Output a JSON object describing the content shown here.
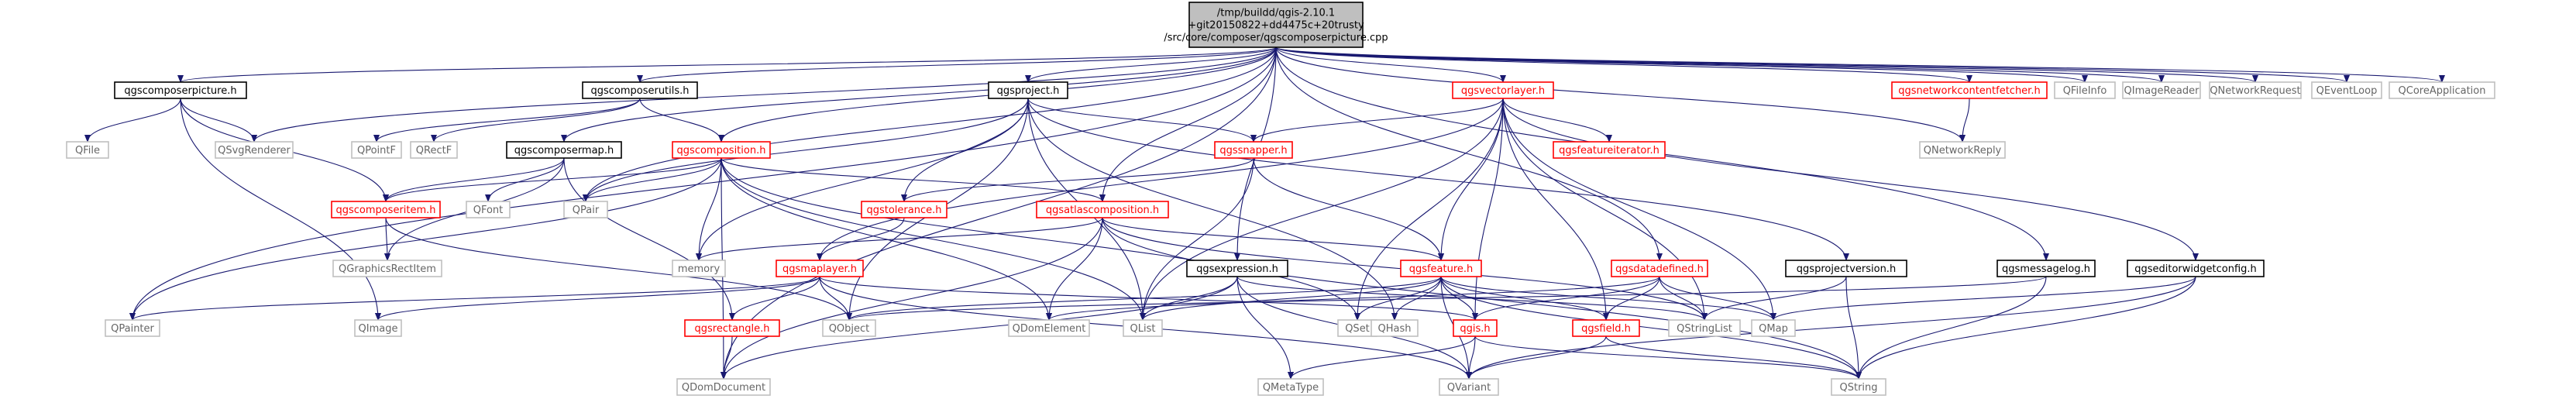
{
  "colors": {
    "root_fill": "#bfbfbf",
    "edge": "#191970",
    "normal_border": "#000000",
    "red_border": "#ff0000",
    "plain_border": "#bfbfbf",
    "normal_text": "#000000",
    "red_text": "#ff0000",
    "plain_text": "#666666"
  },
  "diagram": {
    "nodes": [
      {
        "id": "root",
        "lines": [
          "/tmp/buildd/qgis-2.10.1",
          "+git20150822+dd4475c+20trusty",
          "/src/core/composer/qgscomposerpicture.cpp"
        ],
        "style": "root"
      },
      {
        "id": "qgscomposerpicture",
        "lines": [
          "qgscomposerpicture.h"
        ],
        "style": "normal"
      },
      {
        "id": "qgscomposerutils",
        "lines": [
          "qgscomposerutils.h"
        ],
        "style": "normal"
      },
      {
        "id": "qgsproject",
        "lines": [
          "qgsproject.h"
        ],
        "style": "normal"
      },
      {
        "id": "qgsvectorlayer",
        "lines": [
          "qgsvectorlayer.h"
        ],
        "style": "red"
      },
      {
        "id": "qgsnetworkcontentfetcher",
        "lines": [
          "qgsnetworkcontentfetcher.h"
        ],
        "style": "red"
      },
      {
        "id": "QFileInfo",
        "lines": [
          "QFileInfo"
        ],
        "style": "plain"
      },
      {
        "id": "QImageReader",
        "lines": [
          "QImageReader"
        ],
        "style": "plain"
      },
      {
        "id": "QNetworkRequest",
        "lines": [
          "QNetworkRequest"
        ],
        "style": "plain"
      },
      {
        "id": "QEventLoop",
        "lines": [
          "QEventLoop"
        ],
        "style": "plain"
      },
      {
        "id": "QCoreApplication",
        "lines": [
          "QCoreApplication"
        ],
        "style": "plain"
      },
      {
        "id": "QFile",
        "lines": [
          "QFile"
        ],
        "style": "plain"
      },
      {
        "id": "QSvgRenderer",
        "lines": [
          "QSvgRenderer"
        ],
        "style": "plain"
      },
      {
        "id": "QPointF",
        "lines": [
          "QPointF"
        ],
        "style": "plain"
      },
      {
        "id": "QRectF",
        "lines": [
          "QRectF"
        ],
        "style": "plain"
      },
      {
        "id": "qgscomposermap",
        "lines": [
          "qgscomposermap.h"
        ],
        "style": "normal"
      },
      {
        "id": "qgscomposition",
        "lines": [
          "qgscomposition.h"
        ],
        "style": "red"
      },
      {
        "id": "qgssnapper",
        "lines": [
          "qgssnapper.h"
        ],
        "style": "red"
      },
      {
        "id": "qgsfeatureiterator",
        "lines": [
          "qgsfeatureiterator.h"
        ],
        "style": "red"
      },
      {
        "id": "QNetworkReply",
        "lines": [
          "QNetworkReply"
        ],
        "style": "plain"
      },
      {
        "id": "qgscomposeritem",
        "lines": [
          "qgscomposeritem.h"
        ],
        "style": "red"
      },
      {
        "id": "QFont",
        "lines": [
          "QFont"
        ],
        "style": "plain"
      },
      {
        "id": "QPair",
        "lines": [
          "QPair"
        ],
        "style": "plain"
      },
      {
        "id": "qgstolerance",
        "lines": [
          "qgstolerance.h"
        ],
        "style": "red"
      },
      {
        "id": "qgsatlascomposition",
        "lines": [
          "qgsatlascomposition.h"
        ],
        "style": "red"
      },
      {
        "id": "QGraphicsRectItem",
        "lines": [
          "QGraphicsRectItem"
        ],
        "style": "plain"
      },
      {
        "id": "memory",
        "lines": [
          "memory"
        ],
        "style": "plain"
      },
      {
        "id": "qgsmaplayer",
        "lines": [
          "qgsmaplayer.h"
        ],
        "style": "red"
      },
      {
        "id": "qgsexpression",
        "lines": [
          "qgsexpression.h"
        ],
        "style": "normal"
      },
      {
        "id": "qgsfeature",
        "lines": [
          "qgsfeature.h"
        ],
        "style": "red"
      },
      {
        "id": "qgsdatadefined",
        "lines": [
          "qgsdatadefined.h"
        ],
        "style": "red"
      },
      {
        "id": "qgsprojectversion",
        "lines": [
          "qgsprojectversion.h"
        ],
        "style": "normal"
      },
      {
        "id": "qgsmessagelog",
        "lines": [
          "qgsmessagelog.h"
        ],
        "style": "normal"
      },
      {
        "id": "qgseditorwidgetconfig",
        "lines": [
          "qgseditorwidgetconfig.h"
        ],
        "style": "normal"
      },
      {
        "id": "QPainter",
        "lines": [
          "QPainter"
        ],
        "style": "plain"
      },
      {
        "id": "QImage",
        "lines": [
          "QImage"
        ],
        "style": "plain"
      },
      {
        "id": "qgsrectangle",
        "lines": [
          "qgsrectangle.h"
        ],
        "style": "red"
      },
      {
        "id": "QObject",
        "lines": [
          "QObject"
        ],
        "style": "plain"
      },
      {
        "id": "QDomElement",
        "lines": [
          "QDomElement"
        ],
        "style": "plain"
      },
      {
        "id": "QList",
        "lines": [
          "QList"
        ],
        "style": "plain"
      },
      {
        "id": "QSet",
        "lines": [
          "QSet"
        ],
        "style": "plain"
      },
      {
        "id": "QHash",
        "lines": [
          "QHash"
        ],
        "style": "plain"
      },
      {
        "id": "qgis",
        "lines": [
          "qgis.h"
        ],
        "style": "red"
      },
      {
        "id": "qgsfield",
        "lines": [
          "qgsfield.h"
        ],
        "style": "red"
      },
      {
        "id": "QStringList",
        "lines": [
          "QStringList"
        ],
        "style": "plain"
      },
      {
        "id": "QMap",
        "lines": [
          "QMap"
        ],
        "style": "plain"
      },
      {
        "id": "QDomDocument",
        "lines": [
          "QDomDocument"
        ],
        "style": "plain"
      },
      {
        "id": "QMetaType",
        "lines": [
          "QMetaType"
        ],
        "style": "plain"
      },
      {
        "id": "QVariant",
        "lines": [
          "QVariant"
        ],
        "style": "plain"
      },
      {
        "id": "QString",
        "lines": [
          "QString"
        ],
        "style": "plain"
      }
    ],
    "edges": [
      [
        "root",
        "qgscomposerpicture"
      ],
      [
        "root",
        "qgscomposerutils"
      ],
      [
        "root",
        "qgsproject"
      ],
      [
        "root",
        "qgsvectorlayer"
      ],
      [
        "root",
        "qgsnetworkcontentfetcher"
      ],
      [
        "root",
        "QFileInfo"
      ],
      [
        "root",
        "QImageReader"
      ],
      [
        "root",
        "QNetworkRequest"
      ],
      [
        "root",
        "QEventLoop"
      ],
      [
        "root",
        "QCoreApplication"
      ],
      [
        "root",
        "QSvgRenderer"
      ],
      [
        "root",
        "qgscomposermap"
      ],
      [
        "root",
        "qgscomposition"
      ],
      [
        "root",
        "qgsatlascomposition"
      ],
      [
        "root",
        "qgsexpression"
      ],
      [
        "root",
        "qgsdatadefined"
      ],
      [
        "root",
        "qgsmessagelog"
      ],
      [
        "root",
        "QNetworkReply"
      ],
      [
        "root",
        "QPainter"
      ],
      [
        "root",
        "QDomDocument"
      ],
      [
        "root",
        "QPair"
      ],
      [
        "qgscomposerpicture",
        "QFile"
      ],
      [
        "qgscomposerpicture",
        "QSvgRenderer"
      ],
      [
        "qgscomposerpicture",
        "qgscomposeritem"
      ],
      [
        "qgscomposerpicture",
        "QImage"
      ],
      [
        "qgscomposerutils",
        "QPointF"
      ],
      [
        "qgscomposerutils",
        "QRectF"
      ],
      [
        "qgscomposerutils",
        "qgscomposition"
      ],
      [
        "qgsproject",
        "memory"
      ],
      [
        "qgsproject",
        "QPair"
      ],
      [
        "qgsproject",
        "qgssnapper"
      ],
      [
        "qgsproject",
        "qgstolerance"
      ],
      [
        "qgsproject",
        "QObject"
      ],
      [
        "qgsproject",
        "QList"
      ],
      [
        "qgsproject",
        "QHash"
      ],
      [
        "qgsproject",
        "qgsprojectversion"
      ],
      [
        "qgsvectorlayer",
        "qgssnapper"
      ],
      [
        "qgsvectorlayer",
        "qgsfeatureiterator"
      ],
      [
        "qgsvectorlayer",
        "qgsmaplayer"
      ],
      [
        "qgsvectorlayer",
        "qgsfeature"
      ],
      [
        "qgsvectorlayer",
        "QSet"
      ],
      [
        "qgsvectorlayer",
        "QList"
      ],
      [
        "qgsvectorlayer",
        "qgis"
      ],
      [
        "qgsvectorlayer",
        "qgsfield"
      ],
      [
        "qgsvectorlayer",
        "QMap"
      ],
      [
        "qgsvectorlayer",
        "QStringList"
      ],
      [
        "qgsvectorlayer",
        "qgseditorwidgetconfig"
      ],
      [
        "qgsnetworkcontentfetcher",
        "QNetworkReply"
      ],
      [
        "qgscomposermap",
        "qgscomposeritem"
      ],
      [
        "qgscomposermap",
        "QFont"
      ],
      [
        "qgscomposermap",
        "qgsrectangle"
      ],
      [
        "qgscomposermap",
        "QGraphicsRectItem"
      ],
      [
        "qgscomposition",
        "qgscomposeritem"
      ],
      [
        "qgscomposition",
        "QPair"
      ],
      [
        "qgscomposition",
        "memory"
      ],
      [
        "qgscomposition",
        "qgsatlascomposition"
      ],
      [
        "qgscomposition",
        "QPainter"
      ],
      [
        "qgscomposition",
        "QDomDocument"
      ],
      [
        "qgscomposition",
        "QDomElement"
      ],
      [
        "qgscomposition",
        "QList"
      ],
      [
        "qgscomposition",
        "QSet"
      ],
      [
        "qgssnapper",
        "qgstolerance"
      ],
      [
        "qgssnapper",
        "qgsfeature"
      ],
      [
        "qgssnapper",
        "QList"
      ],
      [
        "qgscomposeritem",
        "QGraphicsRectItem"
      ],
      [
        "qgscomposeritem",
        "QObject"
      ],
      [
        "qgstolerance",
        "qgsmaplayer"
      ],
      [
        "qgsatlascomposition",
        "memory"
      ],
      [
        "qgsatlascomposition",
        "qgsfeature"
      ],
      [
        "qgsatlascomposition",
        "QDomElement"
      ],
      [
        "qgsatlascomposition",
        "QDomDocument"
      ],
      [
        "qgsatlascomposition",
        "QStringList"
      ],
      [
        "qgsatlascomposition",
        "QString"
      ],
      [
        "qgsmaplayer",
        "QPainter"
      ],
      [
        "qgsmaplayer",
        "QImage"
      ],
      [
        "qgsmaplayer",
        "qgsrectangle"
      ],
      [
        "qgsmaplayer",
        "QObject"
      ],
      [
        "qgsmaplayer",
        "qgis"
      ],
      [
        "qgsmaplayer",
        "QVariant"
      ],
      [
        "qgsexpression",
        "QStringList"
      ],
      [
        "qgsexpression",
        "QList"
      ],
      [
        "qgsexpression",
        "QDomDocument"
      ],
      [
        "qgsexpression",
        "QMetaType"
      ],
      [
        "qgsexpression",
        "QVariant"
      ],
      [
        "qgsfeature",
        "QObject"
      ],
      [
        "qgsfeature",
        "QList"
      ],
      [
        "qgsfeature",
        "QSet"
      ],
      [
        "qgsfeature",
        "QHash"
      ],
      [
        "qgsfeature",
        "qgis"
      ],
      [
        "qgsfeature",
        "qgsfield"
      ],
      [
        "qgsfeature",
        "QMap"
      ],
      [
        "qgsfeature",
        "QVariant"
      ],
      [
        "qgsfeature",
        "QString"
      ],
      [
        "qgsdatadefined",
        "qgis"
      ],
      [
        "qgsdatadefined",
        "qgsfield"
      ],
      [
        "qgsdatadefined",
        "QStringList"
      ],
      [
        "qgsdatadefined",
        "QMap"
      ],
      [
        "qgsdatadefined",
        "QDomElement"
      ],
      [
        "qgsprojectversion",
        "QStringList"
      ],
      [
        "qgsprojectversion",
        "QString"
      ],
      [
        "qgsmessagelog",
        "QString"
      ],
      [
        "qgsmessagelog",
        "QObject"
      ],
      [
        "qgseditorwidgetconfig",
        "QMap"
      ],
      [
        "qgseditorwidgetconfig",
        "QVariant"
      ],
      [
        "qgseditorwidgetconfig",
        "QString"
      ],
      [
        "qgsrectangle",
        "QDomDocument"
      ],
      [
        "qgis",
        "QMetaType"
      ],
      [
        "qgis",
        "QVariant"
      ],
      [
        "qgis",
        "QString"
      ],
      [
        "qgsfield",
        "QVariant"
      ],
      [
        "qgsfield",
        "QString"
      ]
    ]
  }
}
